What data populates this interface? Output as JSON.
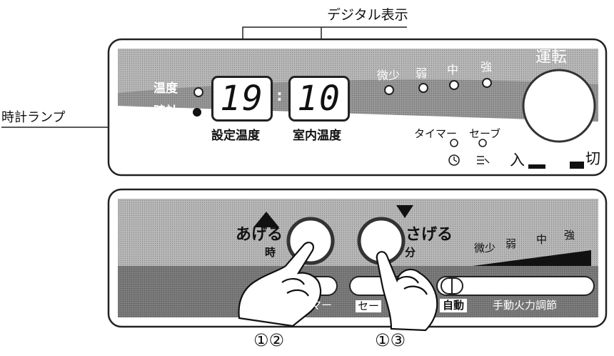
{
  "callouts": {
    "digital_display": "デジタル表示",
    "clock_lamp": "時計ランプ"
  },
  "display_panel": {
    "temp_lamp_label": "温度",
    "clock_lamp_label": "時計",
    "set_temp_value": "19",
    "room_temp_value": "10",
    "set_temp_label": "設定温度",
    "room_temp_label": "室内温度",
    "fire_levels": [
      "微少",
      "弱",
      "中",
      "強"
    ],
    "timer_label": "タイマー",
    "save_label": "セーブ",
    "run_label": "運転",
    "on_label": "入",
    "off_label": "切"
  },
  "button_panel": {
    "up_label": "あげる",
    "up_sub": "時",
    "down_label": "さげる",
    "down_sub": "分",
    "fire_levels": [
      "微少",
      "弱",
      "中",
      "強"
    ],
    "timer_pill": "イマー",
    "save_pill": "セー",
    "auto_label": "自動",
    "manual_label": "手動火力調節"
  },
  "steps": {
    "left": "①②",
    "right": "①③"
  }
}
